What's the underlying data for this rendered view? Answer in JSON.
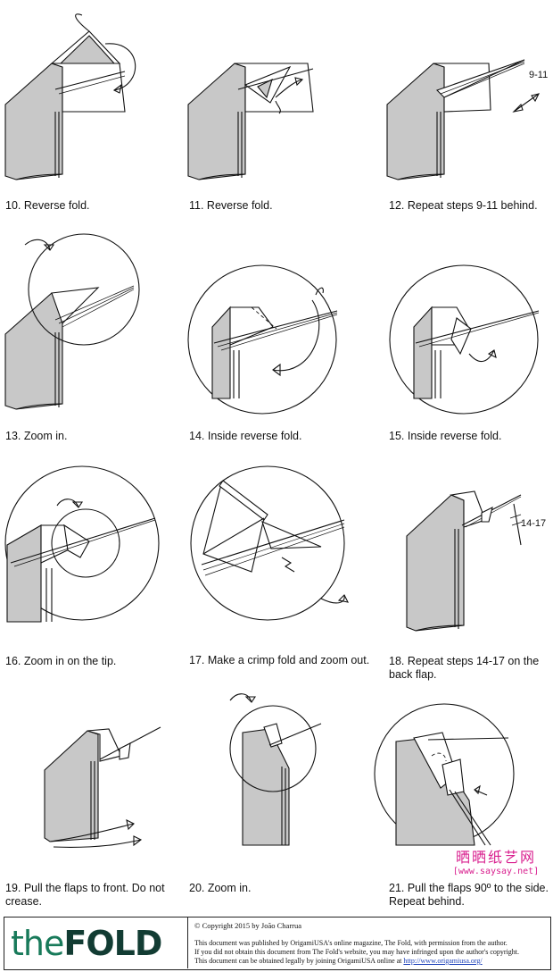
{
  "steps": [
    {
      "caption": "10. Reverse fold."
    },
    {
      "caption": "11. Reverse fold."
    },
    {
      "caption": "12. Repeat steps 9-11 behind."
    },
    {
      "caption": "13. Zoom in."
    },
    {
      "caption": "14. Inside reverse fold."
    },
    {
      "caption": "15. Inside reverse fold."
    },
    {
      "caption": "16. Zoom in on the tip."
    },
    {
      "caption": "17. Make a crimp fold and zoom out."
    },
    {
      "caption_line1": "18. Repeat steps 14-17 on the",
      "caption_line2": "back flap."
    },
    {
      "caption_line1": "19. Pull the flaps to front. Do not",
      "caption_line2": "crease."
    },
    {
      "caption": "20. Zoom in."
    },
    {
      "caption_line1": "21. Pull the flaps 90º to the side.",
      "caption_line2": "Repeat behind."
    }
  ],
  "markers": {
    "repeat_9_11": "9-11",
    "repeat_14_17": "14-17"
  },
  "footer": {
    "logo_the": "the",
    "logo_fold": "FOLD",
    "copyright": "© Copyright 2015 by João Charrua",
    "line1": "This document was published by OrigamiUSA's online magazine, The Fold, with permission from the author.",
    "line2": "If you did not obtain this document from The Fold's website, you may have infringed upon the author's copyright.",
    "line3_prefix": "This document can be obtained legally by joining OrigamiUSA online at ",
    "line3_link": "http://www.origamiusa.org/"
  },
  "watermark": {
    "chinese": "晒晒纸艺网",
    "url": "[www.saysay.net]"
  },
  "colors": {
    "paper": "#c8c8c8",
    "logo_green": "#187a5a",
    "watermark_pink": "#d9208f"
  }
}
